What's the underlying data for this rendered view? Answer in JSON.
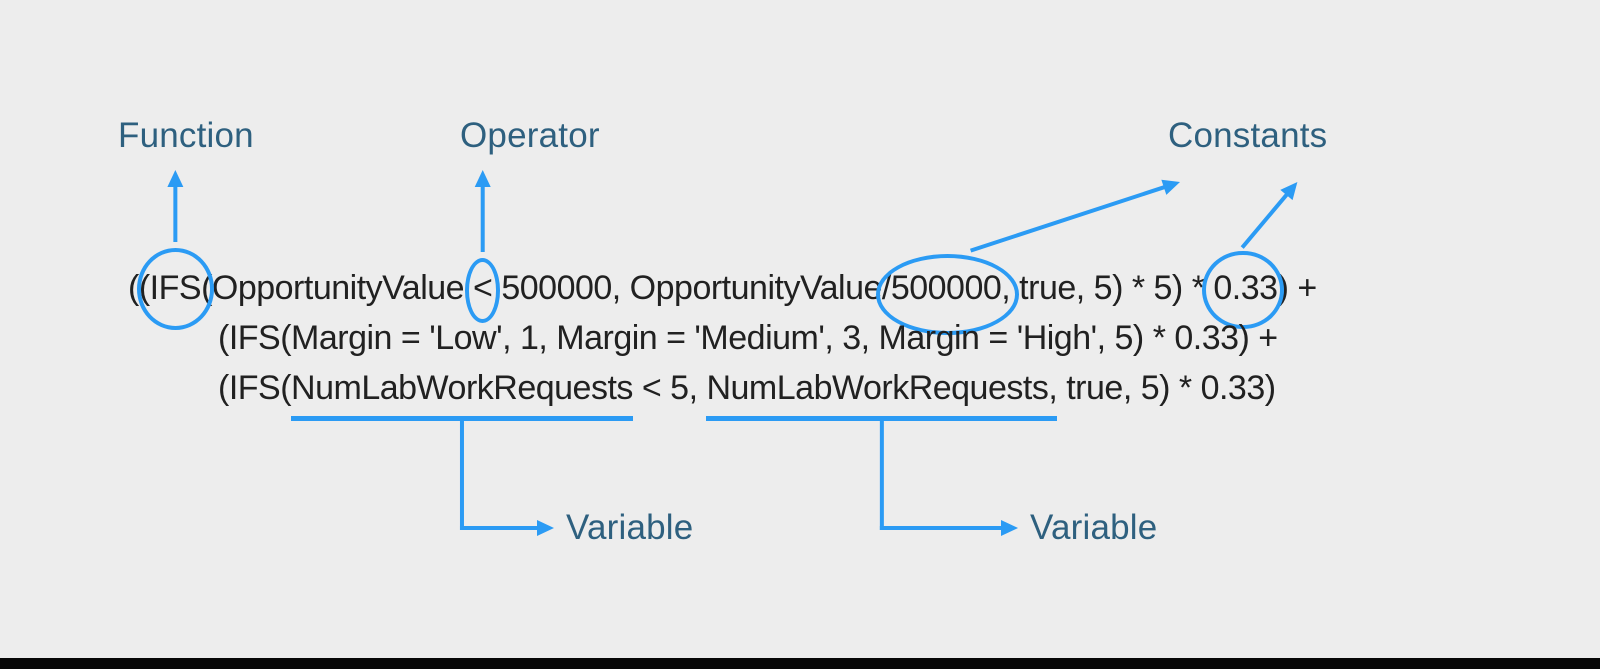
{
  "colors": {
    "background": "#EDEDED",
    "annotation_blue": "#2B9BF4",
    "label_blue": "#2E607F",
    "formula_text": "#212121",
    "bottom_bar": "#070707"
  },
  "labels": {
    "function": "Function",
    "operator": "Operator",
    "constants": "Constants",
    "variable_1": "Variable",
    "variable_2": "Variable"
  },
  "formula": {
    "line1": {
      "open": "((",
      "function_name": "IFS",
      "seg1": "(OpportunityValue ",
      "operator": "<",
      "seg2": " 500000, OpportunityValue/",
      "constant_1": "500000,",
      "seg3": " true, 5) * 5) * ",
      "constant_2": "0.33",
      "close": ") +"
    },
    "line2": {
      "text": "(IFS(Margin = 'Low', 1, Margin = 'Medium', 3, Margin = 'High', 5) * 0.33) +"
    },
    "line3": {
      "seg1": "(IFS(",
      "variable_1": "NumLabWorkRequests",
      "seg2": " < 5, ",
      "variable_2": "NumLabWorkRequests,",
      "seg3": " true, 5) * 0.33)"
    }
  },
  "annotations": [
    {
      "type": "circle",
      "target": "IFS",
      "label": "Function"
    },
    {
      "type": "circle",
      "target": "<",
      "label": "Operator"
    },
    {
      "type": "circle",
      "target": "500000,",
      "label": "Constants"
    },
    {
      "type": "circle",
      "target": "0.33",
      "label": "Constants"
    },
    {
      "type": "underline",
      "target": "NumLabWorkRequests",
      "label": "Variable"
    },
    {
      "type": "underline",
      "target": "NumLabWorkRequests,",
      "label": "Variable"
    }
  ]
}
